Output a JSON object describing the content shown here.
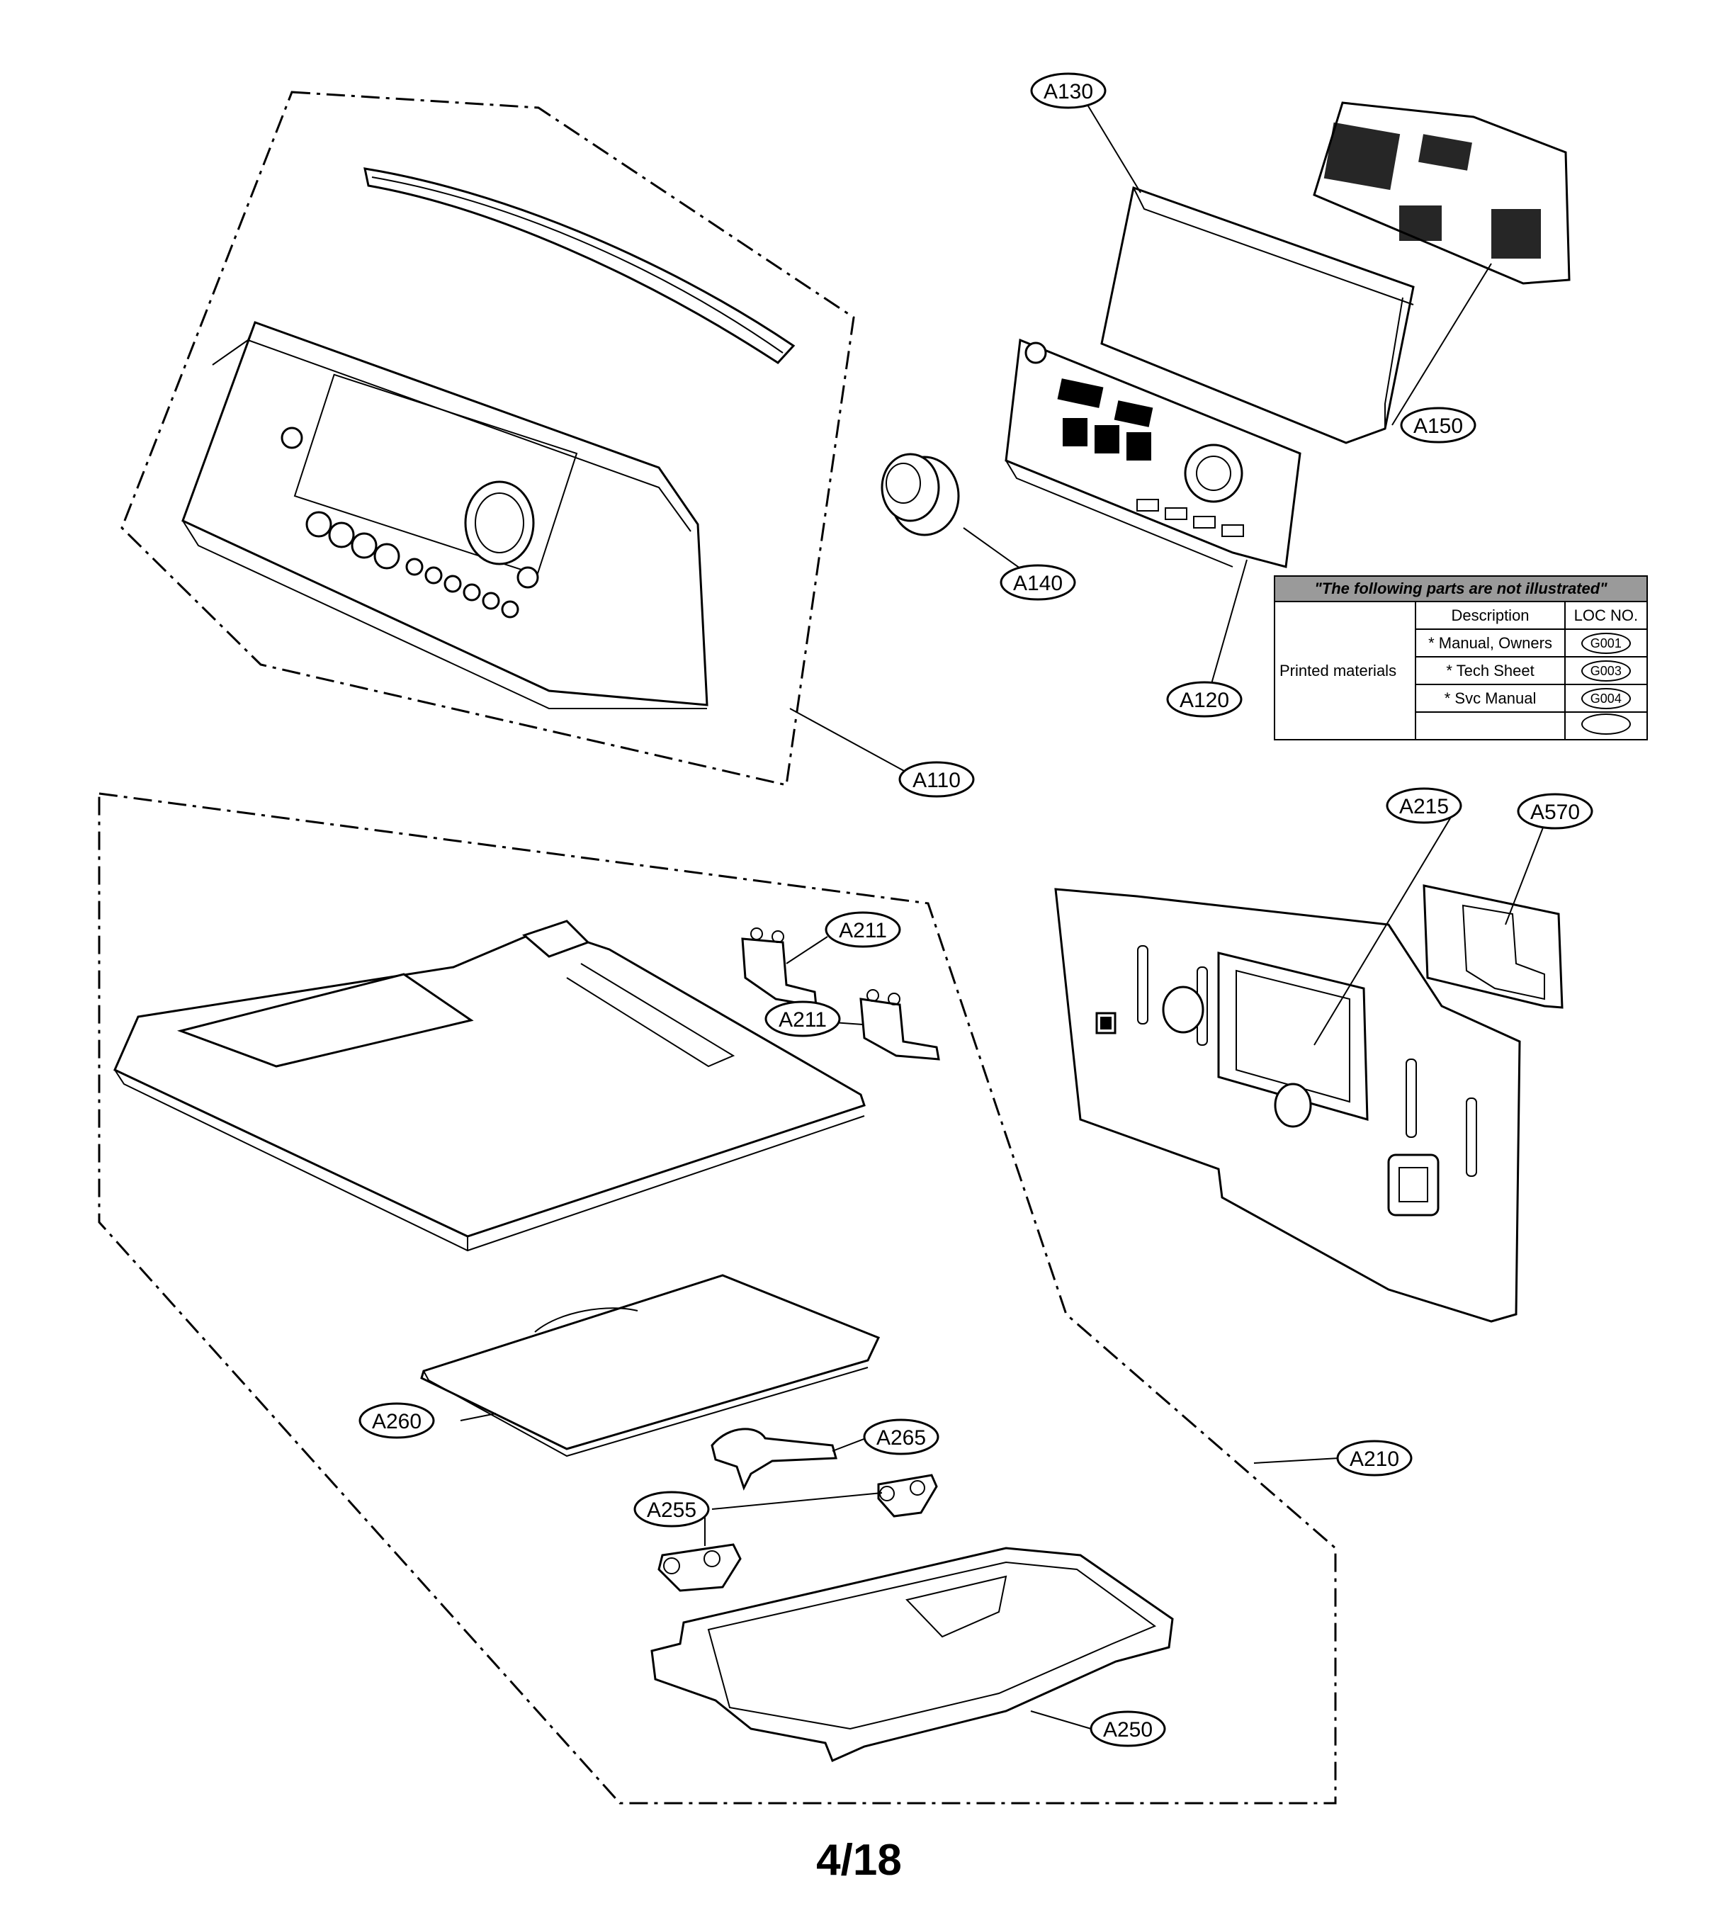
{
  "labels": {
    "a110": "A110",
    "a120": "A120",
    "a130": "A130",
    "a140": "A140",
    "a150": "A150",
    "a210": "A210",
    "a211_top": "A211",
    "a211_bottom": "A211",
    "a215": "A215",
    "a250": "A250",
    "a255": "A255",
    "a260": "A260",
    "a265": "A265",
    "a570": "A570"
  },
  "not_illustrated_table": {
    "header": "\"The following parts are not illustrated\"",
    "col_description": "Description",
    "col_loc": "LOC NO.",
    "group": "Printed materials",
    "rows": [
      {
        "description": "* Manual, Owners",
        "loc": "G001"
      },
      {
        "description": "* Tech Sheet",
        "loc": "G003"
      },
      {
        "description": "* Svc Manual",
        "loc": "G004"
      },
      {
        "description": "",
        "loc": ""
      }
    ]
  },
  "page_number": "4/18"
}
